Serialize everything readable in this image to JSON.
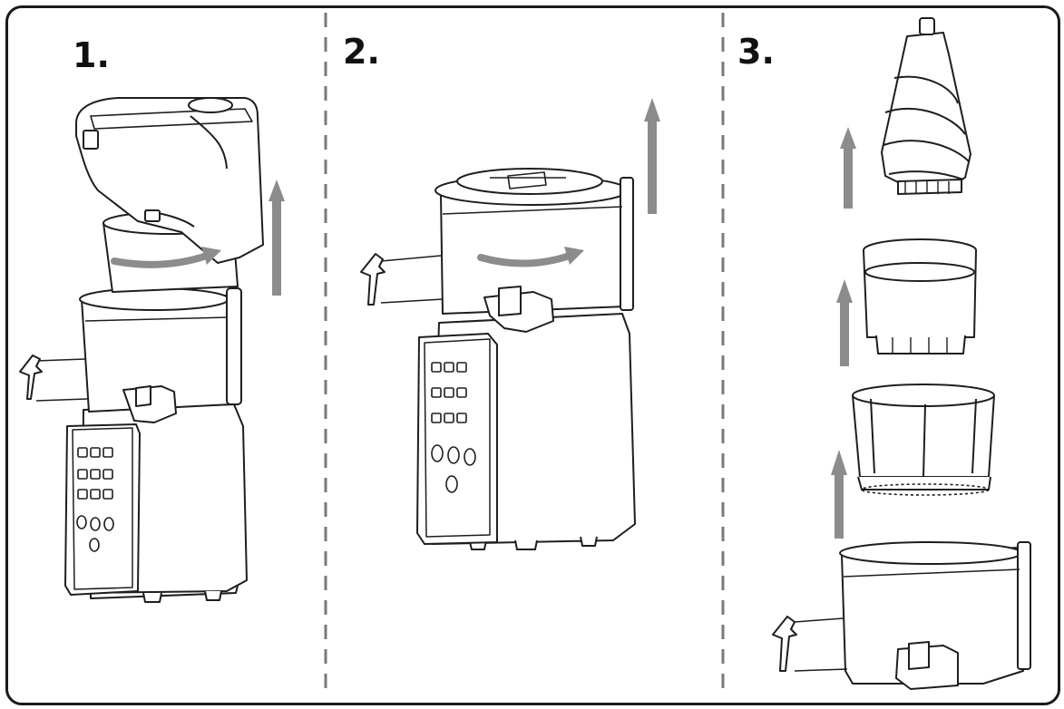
{
  "steps": [
    {
      "number": "1."
    },
    {
      "number": "2."
    },
    {
      "number": "3."
    }
  ],
  "colors": {
    "line": "#1e1e1e",
    "arrow": "#8c8c8c",
    "divider": "#7a7a7a",
    "fill": "#ffffff"
  }
}
